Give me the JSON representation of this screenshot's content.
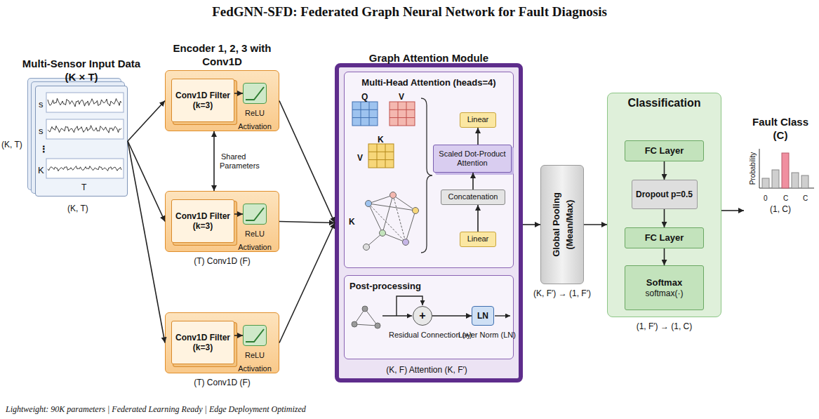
{
  "diagram": {
    "title": "FedGNN-SFD: Federated Graph Neural Network for Fault Diagnosis",
    "caption": "Lightweight: 90K parameters | Federated Learning Ready | Edge Deployment Optimized",
    "nodes": [
      {
        "text": [
          "Multi-Sensor Input Data (K × T)"
        ]
      },
      {
        "text": [
          "Encoder 1, 2, 3 with Conv1D"
        ]
      },
      {
        "text": [
          "Conv1D Filter (k=3)"
        ],
        "in": 1
      },
      {
        "text": [
          "ReLU Activation"
        ],
        "in": 1
      },
      {
        "text": [
          "(T) Conv1D (F)"
        ]
      },
      {
        "text": [
          "Conv1D Filter (k=3)"
        ],
        "in": 4
      },
      {
        "text": [
          "ReLU Activation"
        ],
        "in": 4
      },
      {
        "text": [
          "(T) Conv1D (F)"
        ]
      },
      {
        "text": [
          "Conv1D Filter (k=3)"
        ],
        "in": 7
      },
      {
        "text": [
          "ReLU Activation"
        ],
        "in": 7
      },
      {
        "text": [
          "Graph Attention Module",
          "(K, F) Attention (K, F′)"
        ]
      },
      {
        "text": [
          "Multi-Head Attention (heads=4)"
        ],
        "in": 10
      },
      {
        "text": [
          "Linear"
        ],
        "in": 11
      },
      {
        "text": [
          "Scaled Dot-Product Attention"
        ],
        "in": 11
      },
      {
        "text": [
          "Concatenation"
        ],
        "in": 11
      },
      {
        "text": [
          "Linear"
        ],
        "in": 11
      },
      {
        "text": [
          "Post-processing"
        ],
        "in": 10
      },
      {
        "text": [
          "+",
          "Residual Connection (+)"
        ],
        "in": 16
      },
      {
        "text": [
          "LN",
          "Layer Norm (LN)"
        ],
        "in": 16
      },
      {
        "text": [
          "Global Pooling (Mean/Max)",
          "(K, F′) → (1, F′)"
        ]
      },
      {
        "text": [
          "Classification",
          "(1, F′) → (1, C)"
        ]
      },
      {
        "text": [
          "FC Layer"
        ],
        "in": 20
      },
      {
        "text": [
          "Dropout p=0.5"
        ],
        "in": 20
      },
      {
        "text": [
          "FC Layer"
        ],
        "in": 20
      },
      {
        "text": [
          "Softmax",
          "softmax(·)"
        ],
        "in": 20
      },
      {
        "text": [
          "Fault Class (C)",
          "(1, C)"
        ]
      }
    ],
    "edges": [
      {
        "from": 0,
        "to": 1,
        "arrow": "to"
      },
      {
        "from": 0,
        "to": 4,
        "arrow": "to"
      },
      {
        "from": 0,
        "to": 7,
        "arrow": "to"
      },
      {
        "from": 1,
        "to": 4,
        "label": "Shared Parameters",
        "arrow": "both"
      },
      {
        "from": 2,
        "to": 3,
        "arrow": "to"
      },
      {
        "from": 5,
        "to": 6,
        "arrow": "to"
      },
      {
        "from": 8,
        "to": 9,
        "arrow": "to"
      },
      {
        "from": 1,
        "to": 10,
        "arrow": "to"
      },
      {
        "from": 4,
        "to": 10,
        "arrow": "to"
      },
      {
        "from": 7,
        "to": 10,
        "arrow": "to"
      },
      {
        "from": 15,
        "to": 14,
        "arrow": "to"
      },
      {
        "from": 14,
        "to": 13,
        "arrow": "to"
      },
      {
        "from": 13,
        "to": 12,
        "arrow": "to"
      },
      {
        "from": 17,
        "to": 18,
        "arrow": "to"
      },
      {
        "from": 10,
        "to": 19,
        "arrow": "to"
      },
      {
        "from": 19,
        "to": 20,
        "arrow": "to"
      },
      {
        "from": 20,
        "to": 25,
        "arrow": "to"
      },
      {
        "from": 21,
        "to": 22,
        "arrow": "to"
      },
      {
        "from": 22,
        "to": 23,
        "arrow": "to"
      },
      {
        "from": 23,
        "to": 24,
        "arrow": "to"
      }
    ],
    "labels": [
      "(K, T)",
      "s",
      "s",
      "⋮",
      "K",
      "T",
      "(K, T)",
      "Q",
      "V",
      "K",
      "V",
      "K",
      "Probability",
      "0",
      "C",
      "C"
    ]
  }
}
